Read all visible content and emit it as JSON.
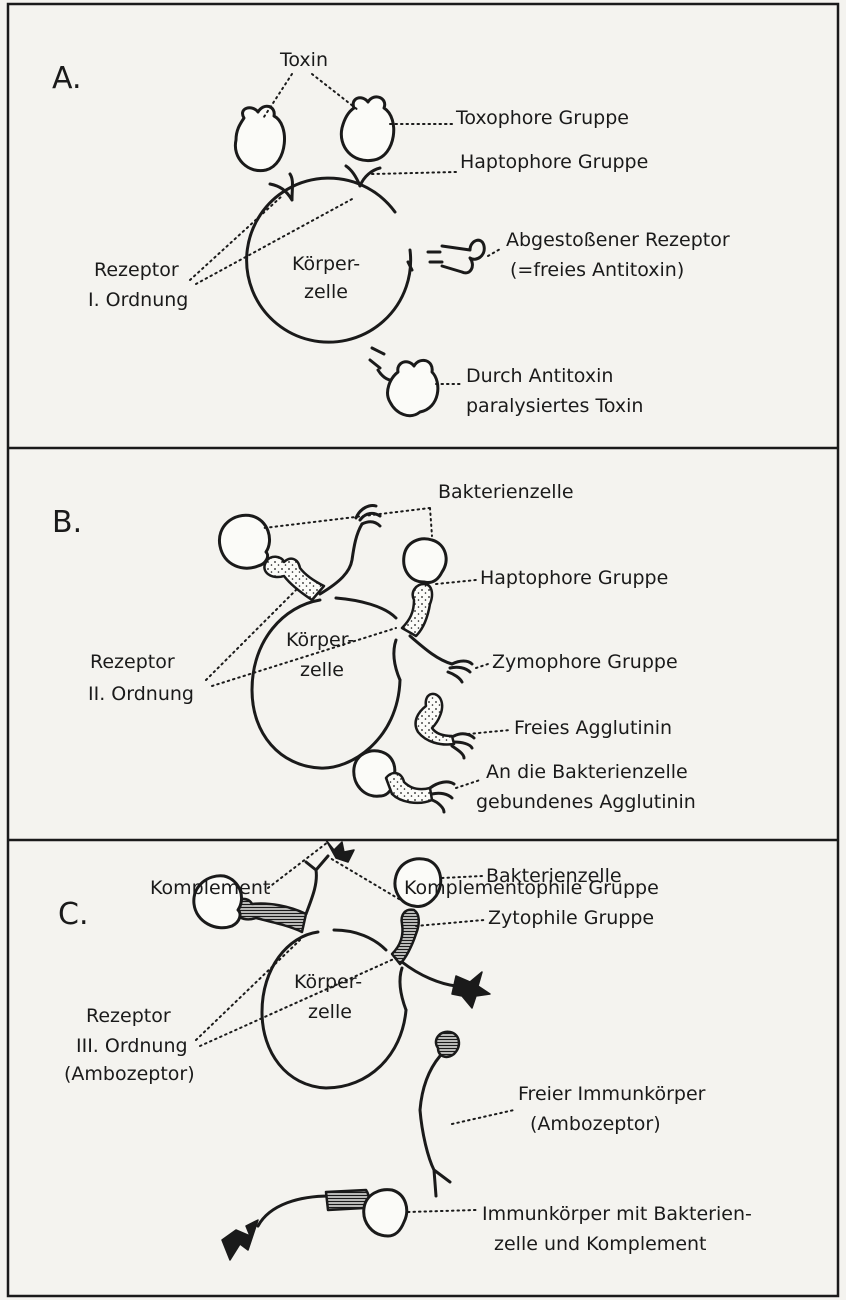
{
  "panel_a": {
    "letter": "A.",
    "toxin": "Toxin",
    "toxophore": "Toxophore Gruppe",
    "haptophore": "Haptophore Gruppe",
    "receptor_1": "Rezeptor",
    "receptor_2": "I. Ordnung",
    "cell_1": "Körper-",
    "cell_2": "zelle",
    "shed_1": "Abgestoßener Rezeptor",
    "shed_2": "(=freies Antitoxin)",
    "paralyzed_1": "Durch Antitoxin",
    "paralyzed_2": "paralysiertes Toxin"
  },
  "panel_b": {
    "letter": "B.",
    "bacterium": "Bakterienzelle",
    "haptophore": "Haptophore Gruppe",
    "zymophore": "Zymophore Gruppe",
    "receptor_1": "Rezeptor",
    "receptor_2": "II. Ordnung",
    "cell_1": "Körper-",
    "cell_2": "zelle",
    "free_agg": "Freies Agglutinin",
    "bound_1": "An die Bakterienzelle",
    "bound_2": "gebundenes Agglutinin"
  },
  "panel_c": {
    "letter": "C.",
    "complement": "Komplement",
    "complementophile": "Komplementophile Gruppe",
    "bacterium": "Bakterienzelle",
    "cytophile": "Zytophile Gruppe",
    "receptor_1": "Rezeptor",
    "receptor_2": "III. Ordnung",
    "receptor_3": "(Ambozeptor)",
    "cell_1": "Körper-",
    "cell_2": "zelle",
    "free_1": "Freier Immunkörper",
    "free_2": "(Ambozeptor)",
    "bound_1": "Immunkörper mit Bakterien-",
    "bound_2": "zelle und Komplement"
  }
}
